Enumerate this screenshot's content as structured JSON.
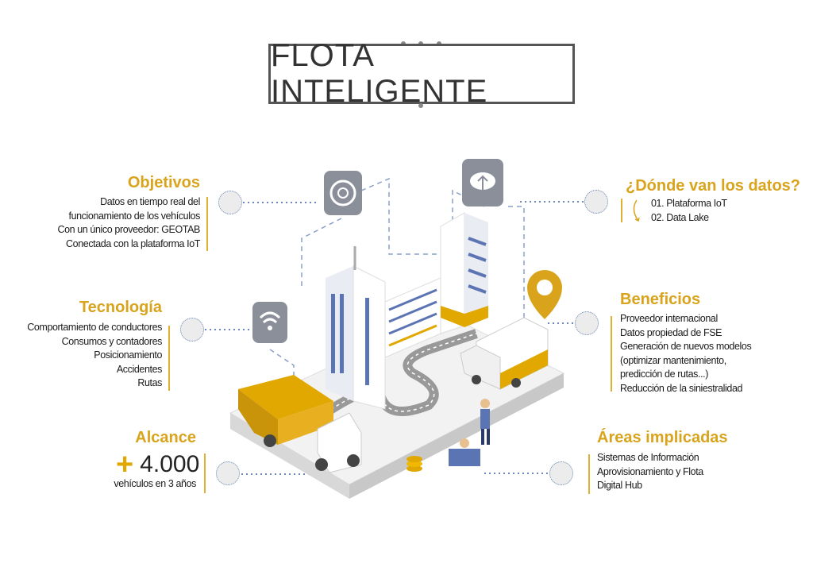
{
  "title": "FLOTA INTELIGENTE",
  "colors": {
    "accent": "#d9a41c",
    "connector": "#6b88b8",
    "text": "#1a1a1a"
  },
  "objetivos": {
    "heading": "Objetivos",
    "items": [
      "Datos en tiempo real del",
      "funcionamiento de los vehículos",
      "Con un único proveedor: GEOTAB",
      "Conectada con la plataforma IoT"
    ]
  },
  "tecnologia": {
    "heading": "Tecnología",
    "items": [
      "Comportamiento de conductores",
      "Consumos y contadores",
      "Posicionamiento",
      "Accidentes",
      "Rutas"
    ]
  },
  "alcance": {
    "heading": "Alcance",
    "plus": "+",
    "value": "4.000",
    "caption": "vehículos en 3 años"
  },
  "donde": {
    "heading": "¿Dónde van los datos?",
    "items": [
      "01. Plataforma IoT",
      "02. Data Lake"
    ]
  },
  "beneficios": {
    "heading": "Beneficios",
    "items": [
      "Proveedor internacional",
      "Datos propiedad de FSE",
      "Generación de nuevos modelos",
      "(optimizar mantenimiento,",
      "predicción de rutas...)",
      "Reducción de la siniestralidad"
    ]
  },
  "areas": {
    "heading": "Áreas implicadas",
    "items": [
      "Sistemas de Información",
      "Aprovisionamiento y Flota",
      "Digital Hub"
    ]
  }
}
